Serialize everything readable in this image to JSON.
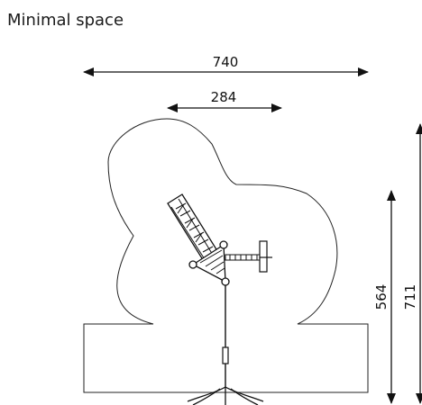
{
  "title": "Minimal space",
  "dimensions": {
    "total_width": "740",
    "inner_width": "284",
    "inner_height": "564",
    "total_height": "711"
  },
  "colors": {
    "line": "#111111",
    "background": "#ffffff"
  }
}
